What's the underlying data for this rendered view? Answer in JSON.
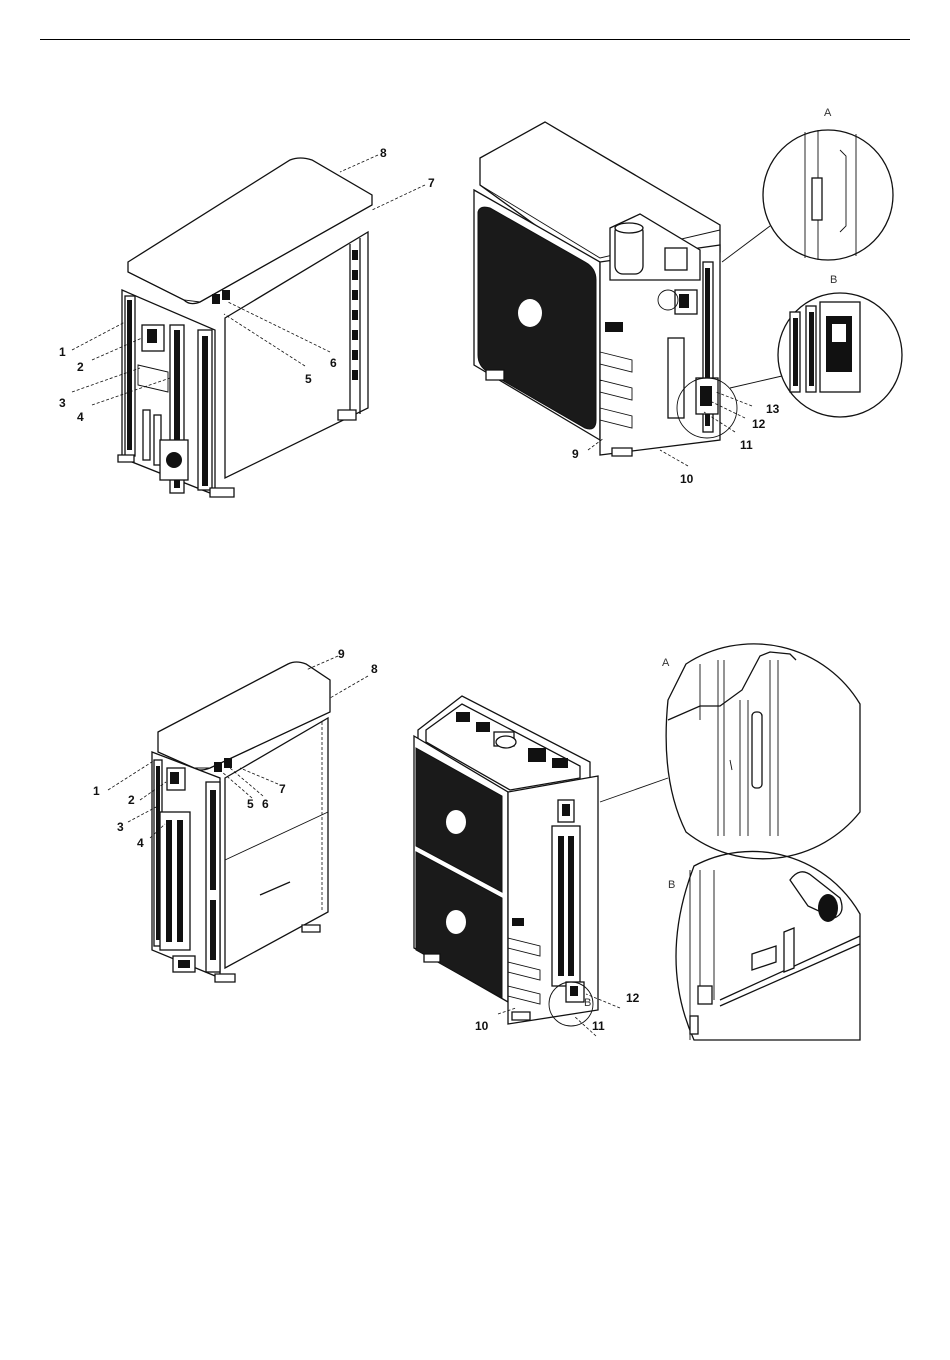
{
  "figure_top": {
    "left_unit_labels": [
      "1",
      "2",
      "3",
      "4",
      "5",
      "6",
      "7",
      "8"
    ],
    "right_unit_labels": [
      "9",
      "10",
      "11",
      "12",
      "13"
    ],
    "detail_a": "A",
    "detail_b": "B"
  },
  "figure_bottom": {
    "left_unit_labels": [
      "1",
      "2",
      "3",
      "4",
      "5",
      "6",
      "7",
      "8",
      "9"
    ],
    "right_unit_labels": [
      "10",
      "11",
      "12"
    ],
    "detail_a": "A",
    "detail_b": "B",
    "circle_b_mark": "B"
  }
}
